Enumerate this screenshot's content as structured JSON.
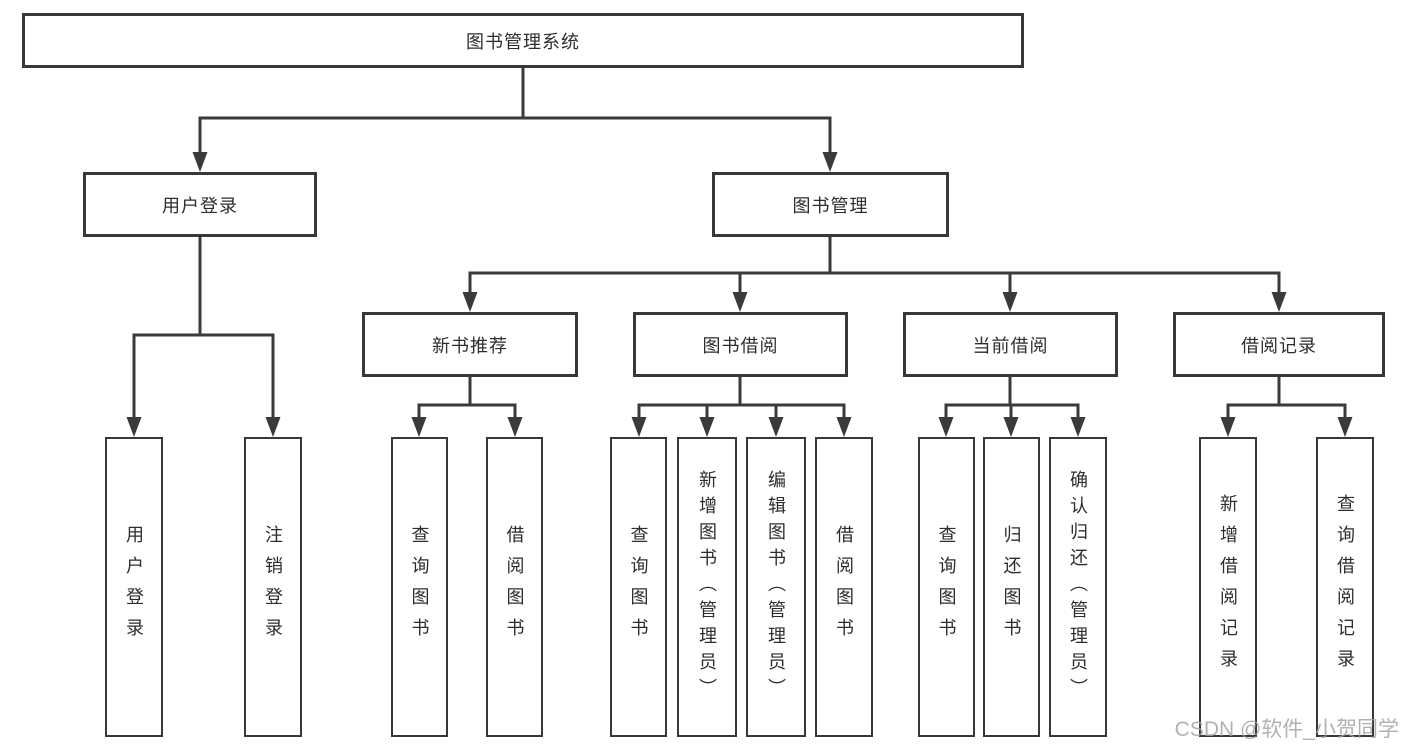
{
  "tree": {
    "root": {
      "label": "图书管理系统"
    },
    "user_login": {
      "label": "用户登录",
      "children": [
        {
          "label": "用户登录"
        },
        {
          "label": "注销登录"
        }
      ]
    },
    "book_mgmt": {
      "label": "图书管理",
      "sections": [
        {
          "label": "新书推荐",
          "children": [
            {
              "label": "查询图书"
            },
            {
              "label": "借阅图书"
            }
          ]
        },
        {
          "label": "图书借阅",
          "children": [
            {
              "label": "查询图书"
            },
            {
              "label": "新增图书（管理员）"
            },
            {
              "label": "编辑图书（管理员）"
            },
            {
              "label": "借阅图书"
            }
          ]
        },
        {
          "label": "当前借阅",
          "children": [
            {
              "label": "查询图书"
            },
            {
              "label": "归还图书"
            },
            {
              "label": "确认归还（管理员）"
            }
          ]
        },
        {
          "label": "借阅记录",
          "children": [
            {
              "label": "新增借阅记录"
            },
            {
              "label": "查询借阅记录"
            }
          ]
        }
      ]
    }
  },
  "colors": {
    "line": "#3a3a3a",
    "box_border": "#383838",
    "text": "#2d2d2d",
    "watermark": "#a0a0a0",
    "background": "#ffffff"
  },
  "watermark": "CSDN @软件_小贺同学"
}
